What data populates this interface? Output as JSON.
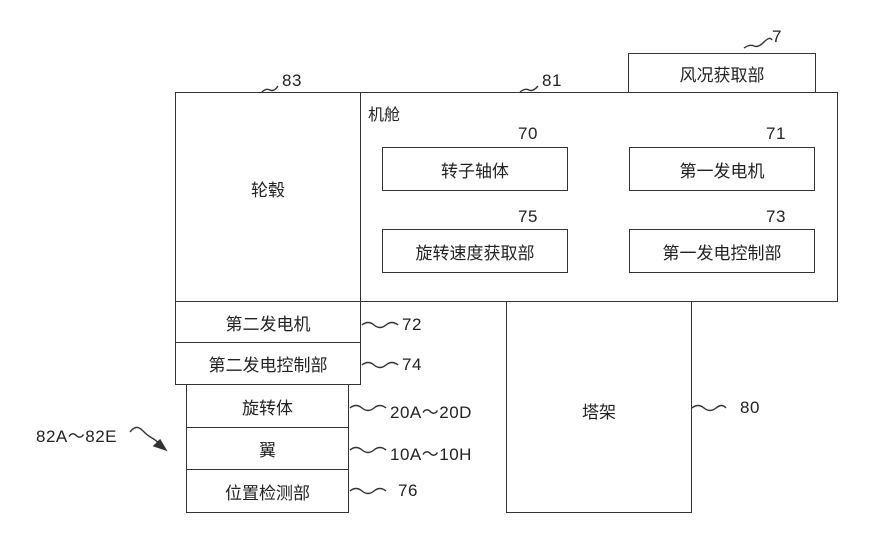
{
  "wind_unit": {
    "label": "风况获取部",
    "ref": "7"
  },
  "hub": {
    "label": "轮毂",
    "ref": "83"
  },
  "nacelle": {
    "label": "机舱",
    "ref": "81"
  },
  "rotor_shaft": {
    "label": "转子轴体",
    "ref": "70"
  },
  "first_generator": {
    "label": "第一发电机",
    "ref": "71"
  },
  "rotation_speed_unit": {
    "label": "旋转速度获取部",
    "ref": "75"
  },
  "first_gen_control": {
    "label": "第一发电控制部",
    "ref": "73"
  },
  "second_generator": {
    "label": "第二发电机",
    "ref": "72"
  },
  "second_gen_control": {
    "label": "第二发电控制部",
    "ref": "74"
  },
  "rotating_body": {
    "label": "旋转体",
    "ref": "20A～20D"
  },
  "wing": {
    "label": "翼",
    "ref": "10A～10H"
  },
  "position_detector": {
    "label": "位置检测部",
    "ref": "76"
  },
  "tower": {
    "label": "塔架",
    "ref": "80"
  },
  "blade_group": {
    "ref": "82A～82E"
  }
}
